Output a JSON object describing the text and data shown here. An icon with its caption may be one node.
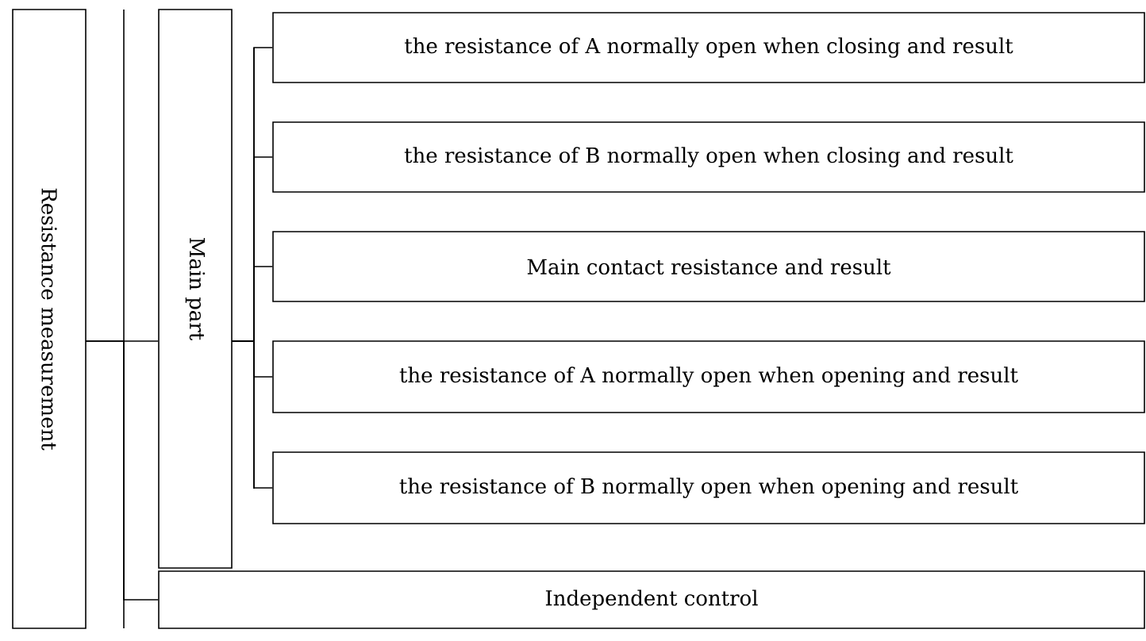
{
  "diagram": {
    "nodes": [
      {
        "text": [
          "Resistance measurement"
        ]
      },
      {
        "text": [
          "Main part"
        ]
      },
      {
        "text": [
          "the resistance of A normally open when closing and result"
        ]
      },
      {
        "text": [
          "the resistance of B normally open when closing and result"
        ]
      },
      {
        "text": [
          "Main contact resistance and result"
        ]
      },
      {
        "text": [
          "the resistance of A normally open when opening and result"
        ]
      },
      {
        "text": [
          "the resistance of B normally open when opening and result"
        ]
      },
      {
        "text": [
          "Independent control"
        ]
      }
    ],
    "edges": [
      {
        "from": 0,
        "to": 1,
        "arrow": "none"
      },
      {
        "from": 0,
        "to": 7,
        "arrow": "none"
      },
      {
        "from": 1,
        "to": 2,
        "arrow": "none"
      },
      {
        "from": 1,
        "to": 3,
        "arrow": "none"
      },
      {
        "from": 1,
        "to": 4,
        "arrow": "none"
      },
      {
        "from": 1,
        "to": 5,
        "arrow": "none"
      },
      {
        "from": 1,
        "to": 6,
        "arrow": "none"
      }
    ]
  }
}
